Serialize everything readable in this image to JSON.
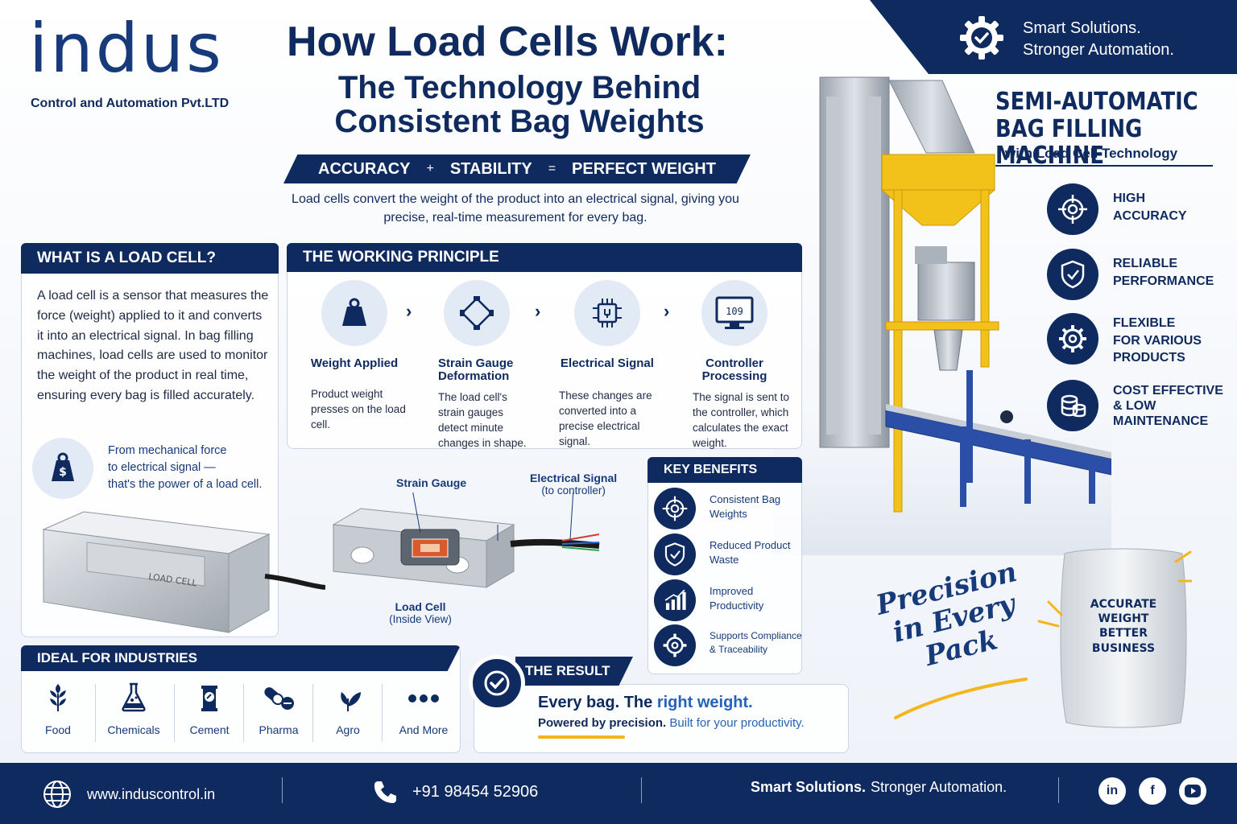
{
  "brand": {
    "logo": "indus",
    "company": "Control and Automation Pvt.LTD"
  },
  "header": {
    "title_line1": "How Load Cells Work:",
    "title_line2": "The Technology Behind",
    "title_line3": "Consistent Bag Weights",
    "formula": {
      "a": "ACCURACY",
      "op1": "+",
      "b": "STABILITY",
      "op2": "=",
      "c": "PERFECT WEIGHT"
    },
    "subtitle": "Load cells convert the weight of the product into an electrical signal, giving you precise, real-time measurement for every bag."
  },
  "tagline_banner": {
    "line1": "Smart Solutions.",
    "line2": "Stronger Automation."
  },
  "machine": {
    "title_line1": "SEMI-AUTOMATIC",
    "title_line2": "BAG FILLING MACHINE",
    "subtitle": "with Load Cell Technology"
  },
  "features": [
    {
      "icon": "target-icon",
      "label": "HIGH\nACCURACY"
    },
    {
      "icon": "shield-check-icon",
      "label": "RELIABLE\nPERFORMANCE"
    },
    {
      "icon": "gear-icon",
      "label": "FLEXIBLE\nFOR VARIOUS\nPRODUCTS"
    },
    {
      "icon": "coins-icon",
      "label": "COST EFFECTIVE\n& LOW\nMAINTENANCE"
    }
  ],
  "what_is": {
    "heading": "WHAT IS A LOAD CELL?",
    "body": "A load cell is a sensor that measures the force (weight) applied to it and converts it into an electrical signal. In bag filling machines, load cells are used to monitor the weight of the product in real time, ensuring every bag is filled accurately.",
    "force_note_1": "From mechanical force",
    "force_note_2": "to electrical signal —",
    "force_note_3": "that's the power of a load cell."
  },
  "working": {
    "heading": "THE WORKING PRINCIPLE",
    "steps": [
      {
        "icon": "weight-icon",
        "title": "Weight Applied",
        "desc": "Product weight presses on the load cell."
      },
      {
        "icon": "strain-gauge-icon",
        "title": "Strain Gauge Deformation",
        "desc": "The load cell's strain gauges detect minute changes in shape."
      },
      {
        "icon": "chip-icon",
        "title": "Electrical Signal",
        "desc": "These changes are converted into a precise electrical signal."
      },
      {
        "icon": "monitor-icon",
        "title": "Controller Processing",
        "desc": "The signal is sent to the controller, which calculates the exact weight.",
        "display": "109"
      }
    ]
  },
  "load_cell": {
    "body_label": "LOAD CELL",
    "strain_gauge_label": "Strain Gauge",
    "signal_label": "Electrical Signal",
    "signal_sub": "(to controller)",
    "inside_label": "Load Cell",
    "inside_sub": "(Inside View)"
  },
  "benefits": {
    "heading": "KEY BENEFITS",
    "items": [
      {
        "icon": "target-icon",
        "label": "Consistent Bag Weights"
      },
      {
        "icon": "shield-check-icon",
        "label": "Reduced Product Waste"
      },
      {
        "icon": "bar-chart-icon",
        "label": "Improved Productivity"
      },
      {
        "icon": "gear-icon",
        "label": "Supports Compliance & Traceability"
      }
    ]
  },
  "industries": {
    "heading": "IDEAL FOR INDUSTRIES",
    "items": [
      {
        "icon": "wheat-icon",
        "label": "Food"
      },
      {
        "icon": "flask-icon",
        "label": "Chemicals"
      },
      {
        "icon": "cement-bag-icon",
        "label": "Cement"
      },
      {
        "icon": "capsule-icon",
        "label": "Pharma"
      },
      {
        "icon": "leaf-icon",
        "label": "Agro"
      },
      {
        "icon": "more-icon",
        "label": "And More"
      }
    ]
  },
  "result": {
    "heading": "THE RESULT",
    "line1_a": "Every bag. The ",
    "line1_b": "right weight.",
    "line2_a": "Powered by precision. ",
    "line2_b": "Built for your productivity."
  },
  "precision_script": {
    "l1": "Precision",
    "l2": "in Every",
    "l3": "Pack"
  },
  "bag": {
    "l1": "ACCURATE",
    "l2": "WEIGHT",
    "l3": "BETTER",
    "l4": "BUSINESS"
  },
  "footer": {
    "website": "www.induscontrol.in",
    "phone": "+91 98454 52906",
    "tagline_a": "Smart  Solutions.",
    "tagline_b": "Stronger Automation.",
    "social": [
      "in",
      "f",
      "yt"
    ]
  },
  "colors": {
    "navy": "#0f2a5e",
    "blue": "#2563b8",
    "yellow": "#f3b61f",
    "light": "#e2eaf6"
  }
}
